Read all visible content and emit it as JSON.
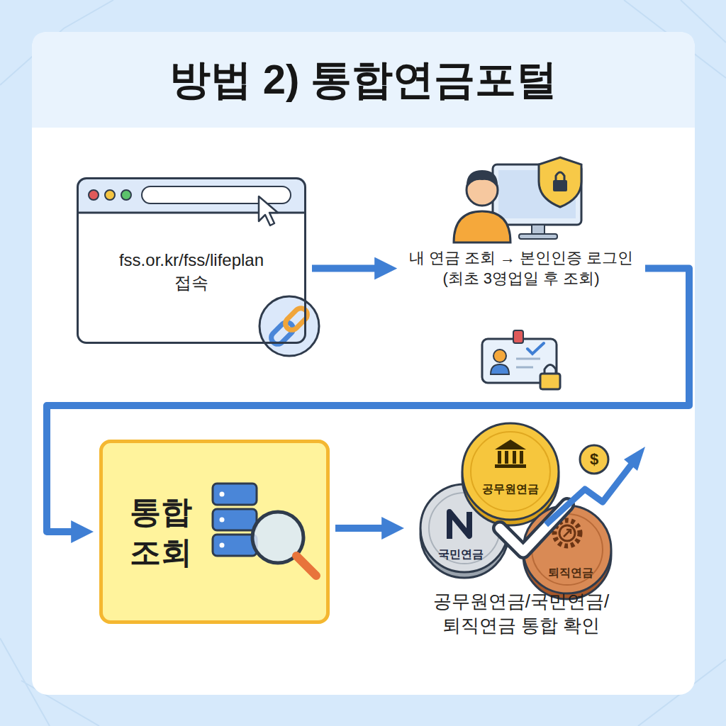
{
  "diagram": {
    "title": "방법 2) 통합연금포털",
    "nodes": [
      {
        "text": [
          "fss.or.kr/fss/lifeplan 접속"
        ]
      },
      {
        "text": [
          "내 연금 조회 → 본인인증 로그인(최초 3영업일 후 조회)"
        ]
      },
      {
        "text": [
          "통합 조회"
        ]
      },
      {
        "text": [
          "공무원연금/국민연금/ 퇴직연금 통합 확인"
        ]
      }
    ],
    "edges": [
      {
        "from": 0,
        "to": 1,
        "arrow": "to"
      },
      {
        "from": 1,
        "to": 2,
        "arrow": "to"
      },
      {
        "from": 2,
        "to": 3,
        "arrow": "to"
      }
    ],
    "labels": [
      "공무원연금",
      "국민연금",
      "퇴직연금",
      "$"
    ]
  }
}
